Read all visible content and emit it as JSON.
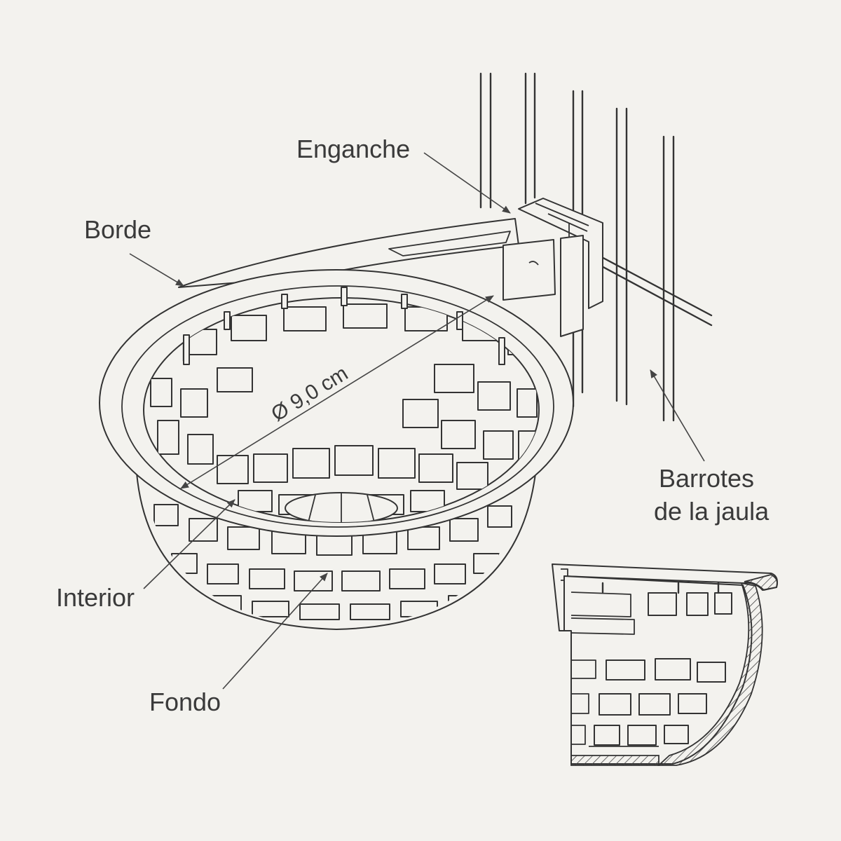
{
  "labels": {
    "hook": "Enganche",
    "rim": "Borde",
    "bars_line1": "Barrotes",
    "bars_line2": "de la jaula",
    "interior": "Interior",
    "bottom": "Fondo",
    "diameter": "Ø 9,0 cm"
  },
  "colors": {
    "background": "#f3f2ee",
    "line": "#333333",
    "text": "#3a3a3a"
  }
}
